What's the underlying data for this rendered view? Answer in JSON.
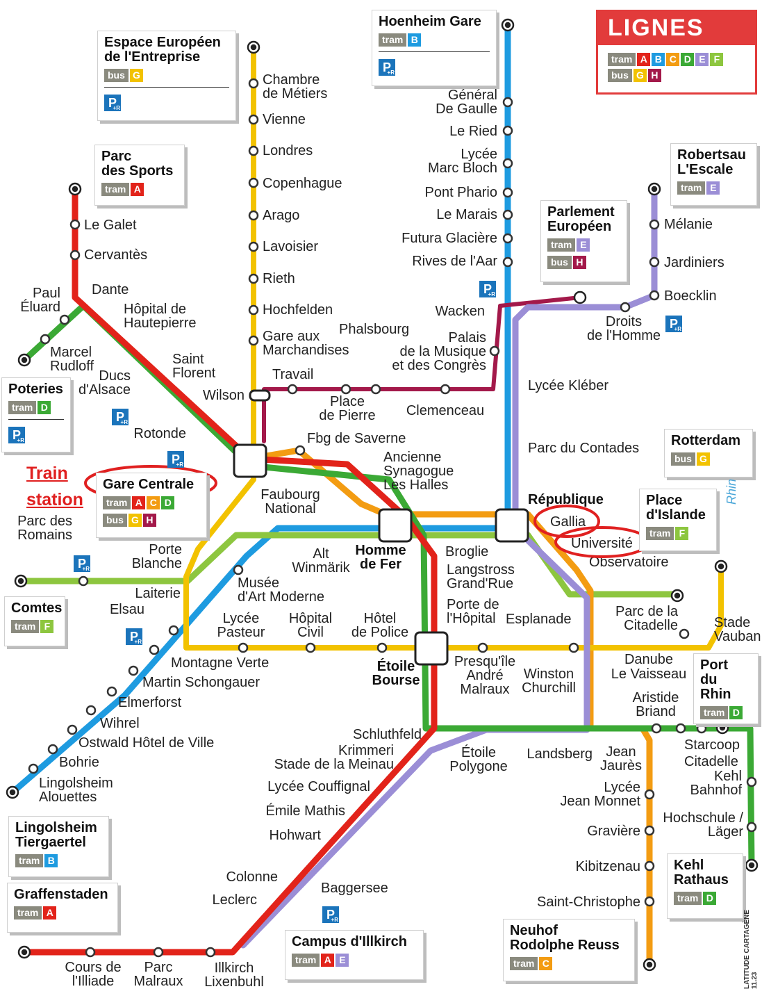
{
  "legend": {
    "title": "LIGNES",
    "tram_label": "tram",
    "bus_label": "bus",
    "tram_lines": [
      {
        "name": "A",
        "color": "#e2231a"
      },
      {
        "name": "B",
        "color": "#1e9be0"
      },
      {
        "name": "C",
        "color": "#f39c12"
      },
      {
        "name": "D",
        "color": "#3ba935"
      },
      {
        "name": "E",
        "color": "#9b8ed6"
      },
      {
        "name": "F",
        "color": "#8dc63f"
      }
    ],
    "bus_lines": [
      {
        "name": "G",
        "color": "#f2c200"
      },
      {
        "name": "H",
        "color": "#a3194a"
      }
    ]
  },
  "annotations": {
    "train_station_note": "Train\nstation",
    "highlight_color": "#e02020"
  },
  "terminus_boxes": [
    {
      "id": "espace-europeen",
      "name": "Espace Européen\nde l'Entreprise",
      "mode": "bus",
      "lines": [
        "G"
      ],
      "park_ride": true
    },
    {
      "id": "hoenheim-gare",
      "name": "Hoenheim Gare",
      "mode": "tram",
      "lines": [
        "B"
      ],
      "park_ride": true
    },
    {
      "id": "parc-des-sports",
      "name": "Parc\ndes Sports",
      "mode": "tram",
      "lines": [
        "A"
      ],
      "park_ride": false
    },
    {
      "id": "robertsau",
      "name": "Robertsau\nL'Escale",
      "mode": "tram",
      "lines": [
        "E"
      ],
      "park_ride": false
    },
    {
      "id": "parlement",
      "name": "Parlement\nEuropéen",
      "mode": "tram",
      "lines": [
        "E"
      ],
      "bus_lines": [
        "H"
      ],
      "park_ride": false
    },
    {
      "id": "poteries",
      "name": "Poteries",
      "mode": "tram",
      "lines": [
        "D"
      ],
      "park_ride": true
    },
    {
      "id": "rotterdam",
      "name": "Rotterdam",
      "mode": "bus",
      "lines": [
        "G"
      ],
      "park_ride": false
    },
    {
      "id": "gare-centrale",
      "name": "Gare Centrale",
      "mode": "tram",
      "lines": [
        "A",
        "C",
        "D"
      ],
      "bus_lines": [
        "G",
        "H"
      ],
      "park_ride": false
    },
    {
      "id": "place-islande",
      "name": "Place\nd'Islande",
      "mode": "tram",
      "lines": [
        "F"
      ],
      "park_ride": false
    },
    {
      "id": "comtes",
      "name": "Comtes",
      "mode": "tram",
      "lines": [
        "F"
      ],
      "park_ride": false
    },
    {
      "id": "port-du-rhin",
      "name": "Port\ndu Rhin",
      "mode": "tram",
      "lines": [
        "D"
      ],
      "park_ride": false
    },
    {
      "id": "lingolsheim",
      "name": "Lingolsheim\nTiergaertel",
      "mode": "tram",
      "lines": [
        "B"
      ],
      "park_ride": false
    },
    {
      "id": "graffenstaden",
      "name": "Graffenstaden",
      "mode": "tram",
      "lines": [
        "A"
      ],
      "park_ride": false
    },
    {
      "id": "campus-illkirch",
      "name": "Campus d'Illkirch",
      "mode": "tram",
      "lines": [
        "A",
        "E"
      ],
      "park_ride": false
    },
    {
      "id": "kehl-rathaus",
      "name": "Kehl\nRathaus",
      "mode": "tram",
      "lines": [
        "D"
      ],
      "park_ride": false
    },
    {
      "id": "neuhof",
      "name": "Neuhof\nRodolphe Reuss",
      "mode": "tram",
      "lines": [
        "C"
      ],
      "park_ride": false
    }
  ],
  "stations": [
    {
      "name": "Chambre\nde Métiers"
    },
    {
      "name": "Vienne"
    },
    {
      "name": "Londres"
    },
    {
      "name": "Copenhague"
    },
    {
      "name": "Arago"
    },
    {
      "name": "Lavoisier"
    },
    {
      "name": "Rieth"
    },
    {
      "name": "Hochfelden"
    },
    {
      "name": "Gare aux\nMarchandises"
    },
    {
      "name": "Travail"
    },
    {
      "name": "Wilson"
    },
    {
      "name": "Phalsbourg"
    },
    {
      "name": "Place\nde Pierre"
    },
    {
      "name": "Palais\nde la Musique\net des Congrès"
    },
    {
      "name": "Clemenceau"
    },
    {
      "name": "Général\nDe Gaulle"
    },
    {
      "name": "Le Ried"
    },
    {
      "name": "Lycée\nMarc Bloch"
    },
    {
      "name": "Pont Phario"
    },
    {
      "name": "Le Marais"
    },
    {
      "name": "Futura Glacière"
    },
    {
      "name": "Rives de l'Aar"
    },
    {
      "name": "Wacken"
    },
    {
      "name": "Lycée Kléber"
    },
    {
      "name": "Parc du Contades"
    },
    {
      "name": "Mélanie"
    },
    {
      "name": "Jardiniers"
    },
    {
      "name": "Boecklin"
    },
    {
      "name": "Droits\nde l'Homme"
    },
    {
      "name": "Le Galet"
    },
    {
      "name": "Cervantès"
    },
    {
      "name": "Dante"
    },
    {
      "name": "Paul\nÉluard"
    },
    {
      "name": "Hôpital de\nHautepierre"
    },
    {
      "name": "Marcel\nRudloff"
    },
    {
      "name": "Ducs\nd'Alsace"
    },
    {
      "name": "Saint\nFlorent"
    },
    {
      "name": "Rotonde"
    },
    {
      "name": "Fbg de Saverne"
    },
    {
      "name": "Ancienne\nSynagogue\nLes Halles"
    },
    {
      "name": "Faubourg\nNational"
    },
    {
      "name": "Parc des\nRomains"
    },
    {
      "name": "Porte\nBlanche"
    },
    {
      "name": "Alt\nWinmärik"
    },
    {
      "name": "Homme\nde Fer"
    },
    {
      "name": "Broglie"
    },
    {
      "name": "République"
    },
    {
      "name": "Gallia"
    },
    {
      "name": "Université"
    },
    {
      "name": "Observatoire"
    },
    {
      "name": "Langstross\nGrand'Rue"
    },
    {
      "name": "Porte de\nl'Hôpital"
    },
    {
      "name": "Esplanade"
    },
    {
      "name": "Parc de la\nCitadelle"
    },
    {
      "name": "Stade\nVauban"
    },
    {
      "name": "Musée\nd'Art Moderne"
    },
    {
      "name": "Laiterie"
    },
    {
      "name": "Elsau"
    },
    {
      "name": "Lycée\nPasteur"
    },
    {
      "name": "Hôpital\nCivil"
    },
    {
      "name": "Hôtel\nde Police"
    },
    {
      "name": "Étoile\nBourse"
    },
    {
      "name": "Presqu'île\nAndré\nMalraux"
    },
    {
      "name": "Winston\nChurchill"
    },
    {
      "name": "Danube"
    },
    {
      "name": "Le Vaisseau"
    },
    {
      "name": "Aristide\nBriand"
    },
    {
      "name": "Montagne Verte"
    },
    {
      "name": "Martin Schongauer"
    },
    {
      "name": "Elmerforst"
    },
    {
      "name": "Wihrel"
    },
    {
      "name": "Ostwald Hôtel de Ville"
    },
    {
      "name": "Bohrie"
    },
    {
      "name": "Lingolsheim\nAlouettes"
    },
    {
      "name": "Schluthfeld"
    },
    {
      "name": "Krimmeri\nStade de la Meinau"
    },
    {
      "name": "Lycée Couffignal"
    },
    {
      "name": "Émile Mathis"
    },
    {
      "name": "Hohwart"
    },
    {
      "name": "Étoile\nPolygone"
    },
    {
      "name": "Landsberg"
    },
    {
      "name": "Jean\nJaurès"
    },
    {
      "name": "Starcoop"
    },
    {
      "name": "Citadelle"
    },
    {
      "name": "Kehl\nBahnhof"
    },
    {
      "name": "Hochschule /\nLäger"
    },
    {
      "name": "Lycée\nJean Monnet"
    },
    {
      "name": "Gravière"
    },
    {
      "name": "Kibitzenau"
    },
    {
      "name": "Saint-Christophe"
    },
    {
      "name": "Colonne"
    },
    {
      "name": "Leclerc"
    },
    {
      "name": "Baggersee"
    },
    {
      "name": "Cours de\nl'Illiade"
    },
    {
      "name": "Parc\nMalraux"
    },
    {
      "name": "Illkirch\nLixenbuhl"
    }
  ],
  "map_labels": {
    "river": "Rhin",
    "credit": "LATITUDE CARTAGÈNE 11.23"
  }
}
